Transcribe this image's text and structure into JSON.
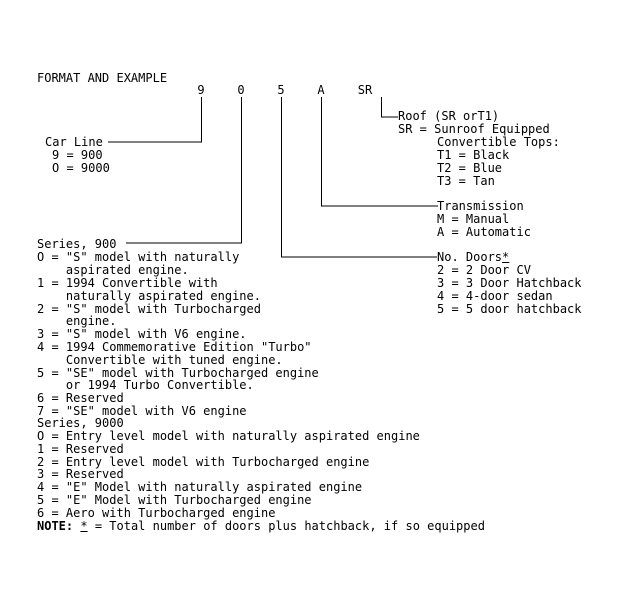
{
  "header": "FORMAT AND EXAMPLE",
  "codes": [
    "9",
    "0",
    "5",
    "A",
    "SR"
  ],
  "roof": {
    "title": "Roof (SR orT1)",
    "lines": [
      "SR = Sunroof Equipped",
      "Convertible Tops:",
      "T1 = Black",
      "T2 = Blue",
      "T3 = Tan"
    ]
  },
  "car_line": {
    "title": "Car Line",
    "lines": [
      "9 = 900",
      "O = 9000"
    ]
  },
  "transmission": {
    "title": "Transmission",
    "lines": [
      "M = Manual",
      "A = Automatic"
    ]
  },
  "series_900": {
    "title": "Series, 900",
    "lines": [
      "O = \"S\" model with naturally",
      "    aspirated engine.",
      "1 = 1994 Convertible with",
      "    naturally aspirated engine.",
      "2 = \"S\" model with Turbocharged",
      "    engine.",
      "3 = \"S\" model with V6 engine.",
      "4 = 1994 Commemorative Edition \"Turbo\"",
      "    Convertible with tuned engine.",
      "5 = \"SE\" model with Turbocharged engine",
      "    or 1994 Turbo Convertible.",
      "6 = Reserved",
      "7 = \"SE\" model with V6 engine"
    ]
  },
  "doors": {
    "title": "No. Doors",
    "marker": "*",
    "lines": [
      "2 = 2 Door CV",
      "3 = 3 Door Hatchback",
      "4 = 4-door sedan",
      "5 = 5 door hatchback"
    ]
  },
  "series_9000": {
    "title": "Series, 9000",
    "lines": [
      "O = Entry level model with naturally aspirated engine",
      "1 = Reserved",
      "2 = Entry level model with Turbocharged engine",
      "3 = Reserved",
      "4 = \"E\" Model with naturally aspirated engine",
      "5 = \"E\" Model with Turbocharged engine",
      "6 = Aero with Turbocharged engine"
    ]
  },
  "note": {
    "label": "NOTE:",
    "marker": "*",
    "text": " = Total number of doors plus hatchback, if so equipped"
  }
}
